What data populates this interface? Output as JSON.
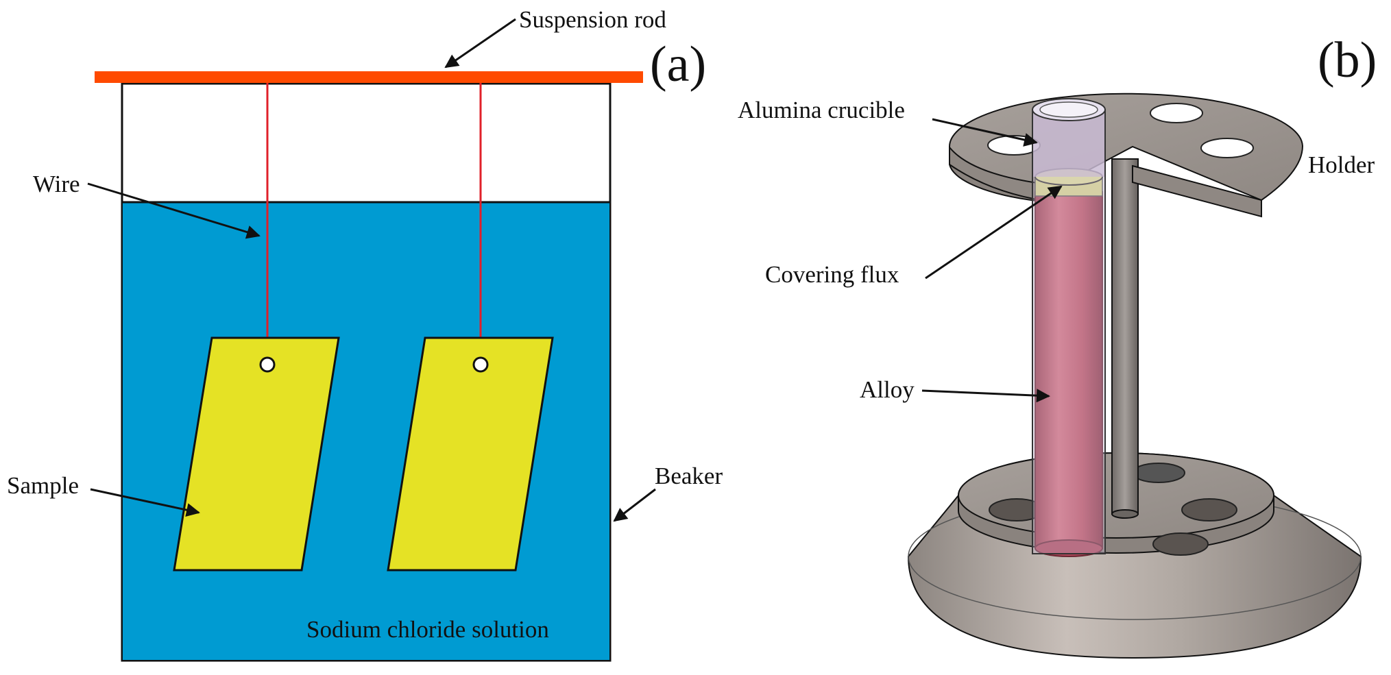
{
  "panels": {
    "a": {
      "tag": "(a)",
      "labels": {
        "suspension_rod": "Suspension rod",
        "wire": "Wire",
        "sample": "Sample",
        "beaker": "Beaker",
        "solution": "Sodium chloride solution"
      },
      "colors": {
        "rod": "#FF4A00",
        "solution": "#009BD2",
        "sample": "#E5E225",
        "wire": "#E0202A"
      }
    },
    "b": {
      "tag": "(b)",
      "labels": {
        "alumina_crucible": "Alumina crucible",
        "holder": "Holder",
        "covering_flux": "Covering flux",
        "alloy": "Alloy"
      },
      "colors": {
        "holder": "#9C948E",
        "alloy": "#C0505E",
        "flux": "#DCDC8C",
        "crucible": "#C9BBD4"
      }
    }
  }
}
